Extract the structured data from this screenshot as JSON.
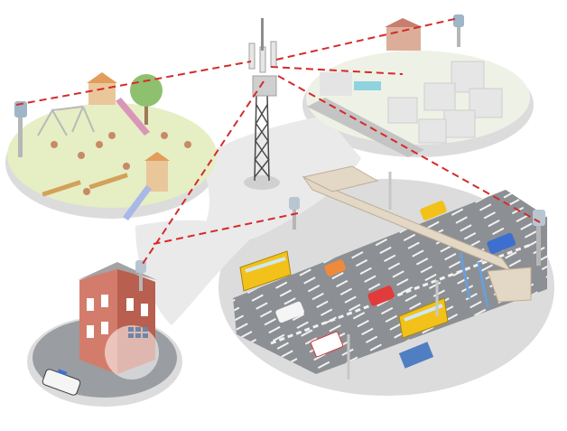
{
  "diagram": {
    "nodes": [
      {
        "id": "cell-tower",
        "kind": "tower"
      },
      {
        "id": "playground",
        "kind": "zone"
      },
      {
        "id": "residential",
        "kind": "zone"
      },
      {
        "id": "highway",
        "kind": "zone"
      },
      {
        "id": "police-station",
        "kind": "zone"
      }
    ],
    "links": [
      {
        "from": "cell-tower",
        "to": "playground",
        "style": "dashed"
      },
      {
        "from": "cell-tower",
        "to": "residential",
        "style": "dashed"
      },
      {
        "from": "cell-tower",
        "to": "highway",
        "style": "dashed"
      },
      {
        "from": "cell-tower",
        "to": "police-station",
        "style": "dashed"
      }
    ]
  },
  "colors": {
    "link": "#d62a2a",
    "ground": "#e8e8e8",
    "grass": "#e6eec4",
    "road": "#8c8f93",
    "building_red": "#d37c6c",
    "bus_yellow": "#f2c21a"
  },
  "icons": [
    "antenna-icon",
    "cell-tower-icon",
    "bus-icon",
    "car-icon",
    "ambulance-icon",
    "police-car-icon",
    "slide-icon",
    "swing-icon",
    "tree-icon",
    "house-icon",
    "street-lamp-icon"
  ]
}
